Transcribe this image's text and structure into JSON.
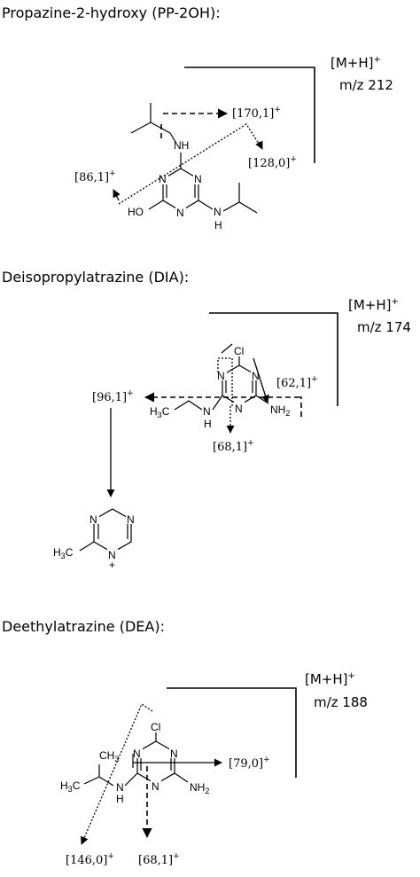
{
  "sections": {
    "pp2oh": {
      "title": "Propazine-2-hydroxy (PP-2OH):",
      "mh_ion": "[M+H]",
      "mh_sup": "+",
      "mz": "m/z 212",
      "frag_170": "[170,1]",
      "frag_128": "[128,0]",
      "frag_86": "[86,1]",
      "frag_sup": "+",
      "atoms": {
        "nh_top": "NH",
        "n": "N",
        "ho": "HO",
        "n_side": "N",
        "h_side": "H"
      }
    },
    "dia": {
      "title": "Deisopropylatrazine (DIA):",
      "mh_ion": "[M+H]",
      "mh_sup": "+",
      "mz": "m/z 174",
      "frag_62": "[62,1]",
      "frag_96": "[96,1]",
      "frag_68": "[68,1]",
      "frag_sup": "+",
      "atoms": {
        "cl": "Cl",
        "n": "N",
        "nh2": "NH",
        "nh2_sub": "2",
        "h3c": "H",
        "h3c_sub": "3",
        "c": "C",
        "h": "H"
      },
      "product_atoms": {
        "n": "N",
        "plus": "+",
        "h3c": "H",
        "h3c_sub": "3",
        "c": "C"
      }
    },
    "dea": {
      "title": "Deethylatrazine (DEA):",
      "mh_ion": "[M+H]",
      "mh_sup": "+",
      "mz": "m/z 188",
      "frag_79": "[79,0]",
      "frag_146": "[146,0]",
      "frag_68": "[68,1]",
      "frag_sup": "+",
      "atoms": {
        "cl": "Cl",
        "n": "N",
        "ch3": "CH",
        "ch3_sub": "3",
        "h3c": "H",
        "h3c_sub": "3",
        "c": "C",
        "nh2": "NH",
        "nh2_sub": "2",
        "h": "H"
      }
    }
  }
}
